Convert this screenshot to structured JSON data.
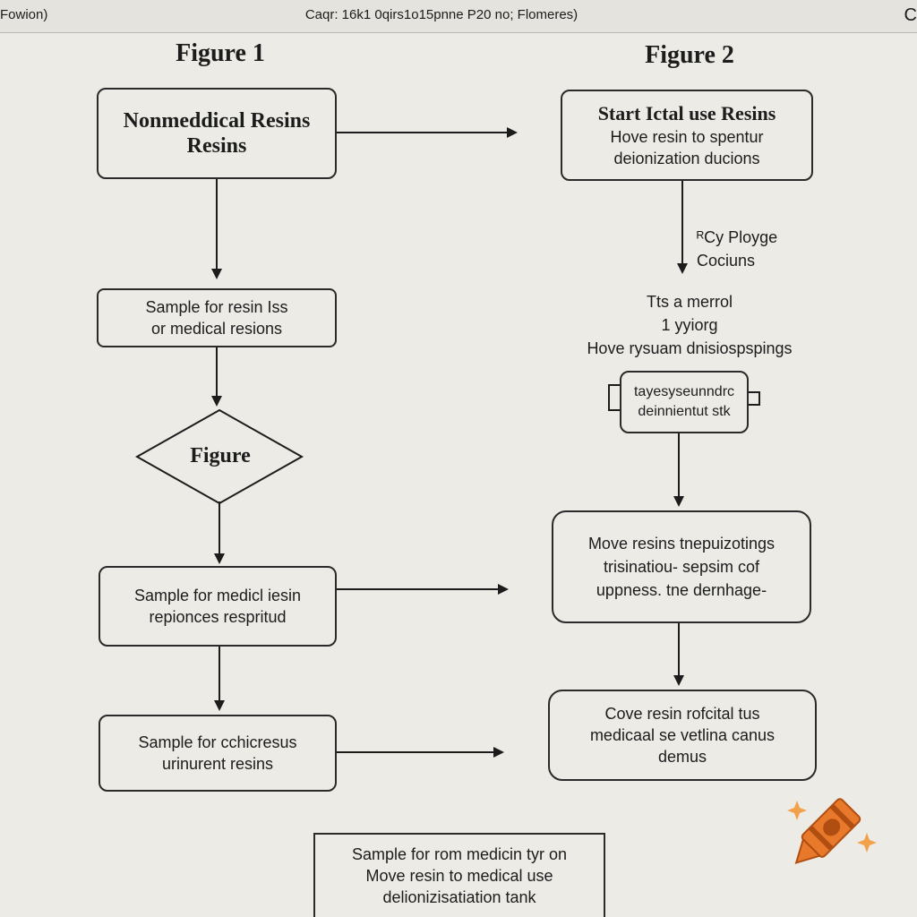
{
  "window": {
    "left_label": "Fowion)",
    "title": "Caqr: 16k1 0qirs1o15pnne P20 no; Flomeres)",
    "right_label": "C"
  },
  "figure1": {
    "title": "Figure 1",
    "box1": {
      "line1": "Nonmeddical Resins",
      "line2": "Resins"
    },
    "box2": {
      "line1": "Sample for resin Iss",
      "line2": "or medical resions"
    },
    "decision": "Figure",
    "box3": {
      "line1": "Sample for medicl iesin",
      "line2": "repionces respritud"
    },
    "box4": {
      "line1": "Sample for cchicresus",
      "line2": "urinurent resins"
    }
  },
  "figure2": {
    "title": "Figure 2",
    "box1": {
      "title": "Start Ictal use Resins",
      "line1": "Hove resin to spentur",
      "line2": "deionization ducions"
    },
    "label1": {
      "line1": "ᴿCy Ploygе",
      "line2": "Cociuns"
    },
    "note": {
      "line1": "Tts a merrol",
      "line2": "1 yyiorg",
      "line3": "Hove rysuam dnisiospspings"
    },
    "tank": {
      "line1": "tayesyseunndrc",
      "line2": "deinnientut stk"
    },
    "box2": {
      "line1": "Move resins tnepuizotings",
      "line2": "trisinatiou- sepsim cof",
      "line3": "uppness. tne dernhage-"
    },
    "box3": {
      "line1": "Cove resin rofcital tus",
      "line2": "medicaal se vetlina canus",
      "line3": "demus"
    }
  },
  "bottom_box": {
    "line1": "Sample for rom medicin tyr on",
    "line2": "Move resin to medical use",
    "line3": "delionizisatiation tank"
  },
  "colors": {
    "paper": "#ecebe6",
    "ink": "#1c1c1c",
    "crayon_orange": "#e8782a",
    "crayon_dark": "#b04e12"
  },
  "icons": {
    "logo": "crayon-icon"
  }
}
